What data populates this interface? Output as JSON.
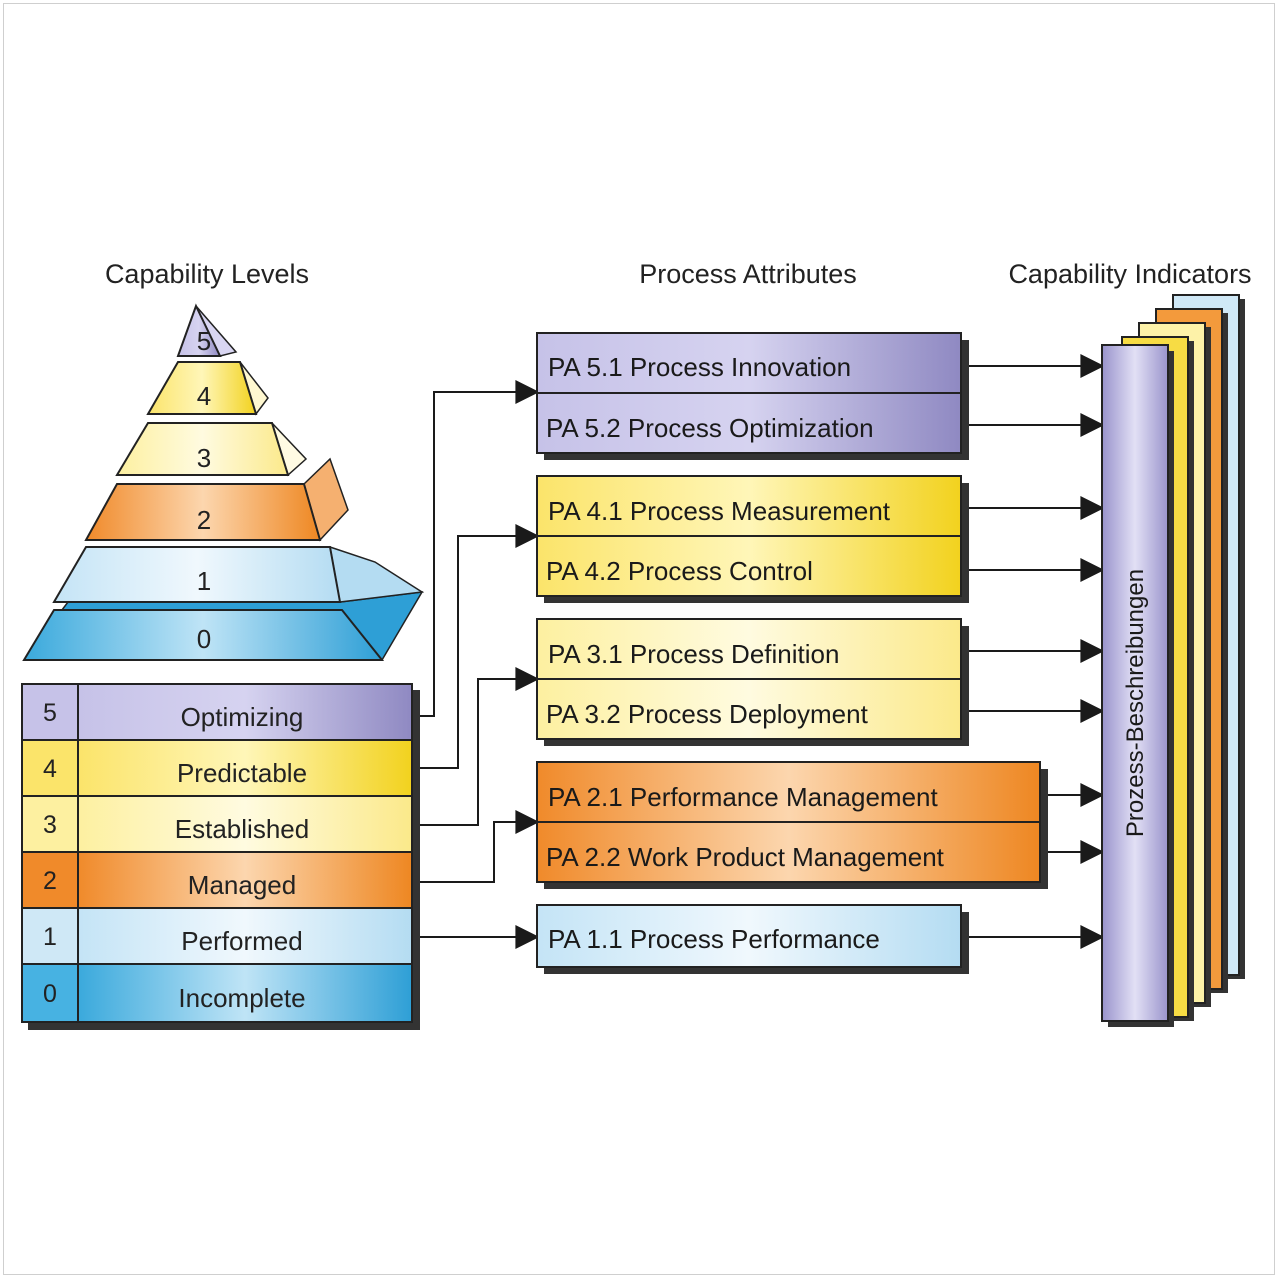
{
  "headers": {
    "levels": "Capability Levels",
    "attributes": "Process Attributes",
    "indicators": "Capability Indicators"
  },
  "colors": {
    "level5": "#a9a5d4",
    "level4": "#f7dc44",
    "level3": "#fdf2a8",
    "level2": "#f39a3c",
    "level1": "#cfe8f6",
    "level0": "#47b2e2",
    "line": "#1a1a1a"
  },
  "pyramid": [
    "5",
    "4",
    "3",
    "2",
    "1",
    "0"
  ],
  "levels": [
    {
      "number": "5",
      "name": "Optimizing"
    },
    {
      "number": "4",
      "name": "Predictable"
    },
    {
      "number": "3",
      "name": "Established"
    },
    {
      "number": "2",
      "name": "Managed"
    },
    {
      "number": "1",
      "name": "Performed"
    },
    {
      "number": "0",
      "name": "Incomplete"
    }
  ],
  "attributes": [
    {
      "level": "5",
      "items": [
        "PA 5.1 Process Innovation",
        "PA 5.2 Process Optimization"
      ]
    },
    {
      "level": "4",
      "items": [
        "PA 4.1 Process Measurement",
        "PA 4.2 Process Control"
      ]
    },
    {
      "level": "3",
      "items": [
        "PA 3.1 Process Definition",
        "PA 3.2 Process Deployment"
      ]
    },
    {
      "level": "2",
      "items": [
        "PA 2.1 Performance Management",
        "PA 2.2 Work Product Management"
      ]
    },
    {
      "level": "1",
      "items": [
        "PA 1.1 Process Performance"
      ]
    }
  ],
  "indicator_label": "Prozess-Beschreibungen"
}
